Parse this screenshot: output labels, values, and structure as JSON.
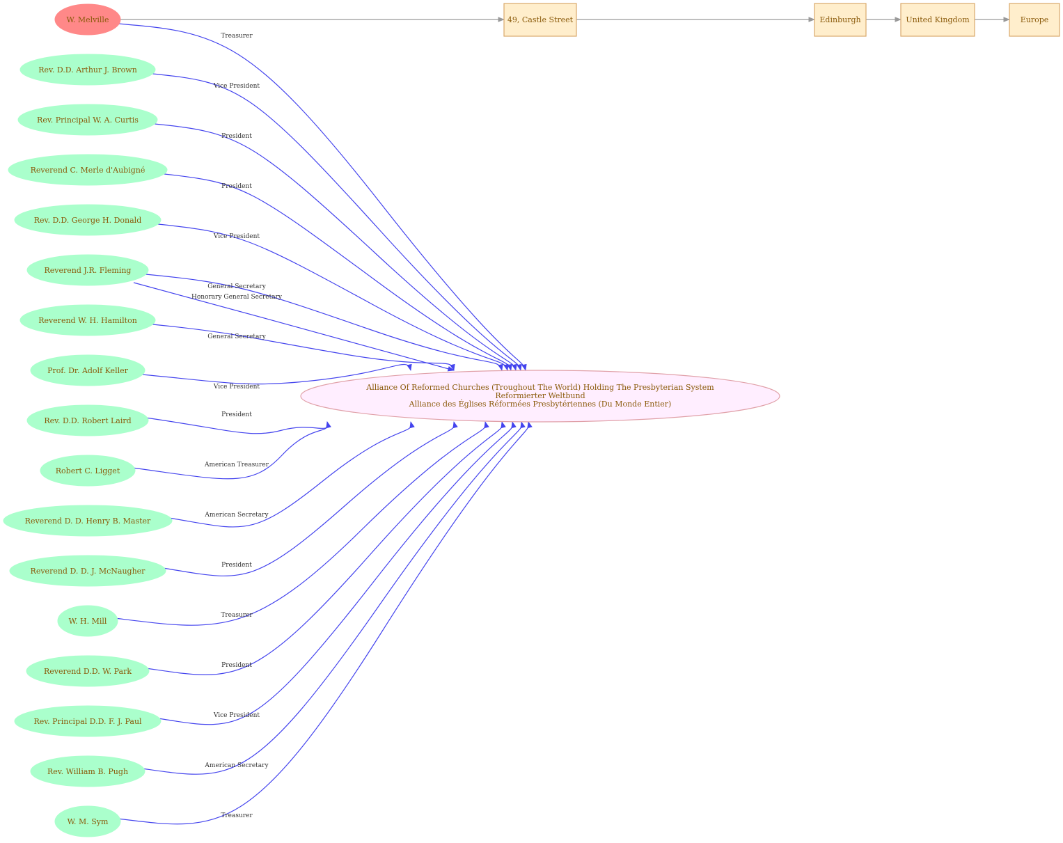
{
  "organization": {
    "line1": "Alliance Of Reformed Churches (Troughout The World) Holding The Presbyterian System",
    "line2": "Reformierter Weltbund",
    "line3": "Alliance des Églises Réformées Presbytériennes (Du Monde Entier)"
  },
  "address_chain": [
    "49, Castle Street",
    "Edinburgh",
    "United Kingdom",
    "Europe"
  ],
  "people": [
    {
      "name": "W. Melville",
      "role": "Treasurer",
      "highlighted": true
    },
    {
      "name": "Rev. D.D. Arthur J. Brown",
      "role": "Vice President"
    },
    {
      "name": "Rev. Principal W. A. Curtis",
      "role": "President"
    },
    {
      "name": "Reverend C. Merle d'Aubigné",
      "role": "President"
    },
    {
      "name": "Rev. D.D. George H. Donald",
      "role": "Vice President"
    },
    {
      "name": "Reverend J.R. Fleming",
      "role": "General Secretary"
    },
    {
      "name": "Reverend W. H. Hamilton",
      "role": "General Secretary"
    },
    {
      "name": "Prof. Dr. Adolf Keller",
      "role": "Vice President"
    },
    {
      "name": "Rev. D.D. Robert Laird",
      "role": "President"
    },
    {
      "name": "Robert C. Ligget",
      "role": "American Treasurer"
    },
    {
      "name": "Reverend D. D. Henry B. Master",
      "role": "American Secretary"
    },
    {
      "name": "Reverend D. D. J. McNaugher",
      "role": "President"
    },
    {
      "name": "W. H. Mill",
      "role": "Treasurer"
    },
    {
      "name": "Reverend D.D. W. Park",
      "role": "President"
    },
    {
      "name": "Rev. Principal D.D. F. J. Paul",
      "role": "Vice President"
    },
    {
      "name": "Rev. William B. Pugh",
      "role": "American Secretary"
    },
    {
      "name": "W. M. Sym",
      "role": "Treasurer"
    }
  ],
  "extra_role": {
    "person": "Reverend J.R. Fleming",
    "role": "Honorary General Secretary"
  },
  "colors": {
    "person_fill": "#aaffcc",
    "highlight_fill": "#ff8888",
    "org_fill": "#ffeeff",
    "place_fill": "#ffeecc",
    "role_edge": "#4444ee",
    "place_edge": "#999999",
    "label_text": "#8a5a0a"
  }
}
